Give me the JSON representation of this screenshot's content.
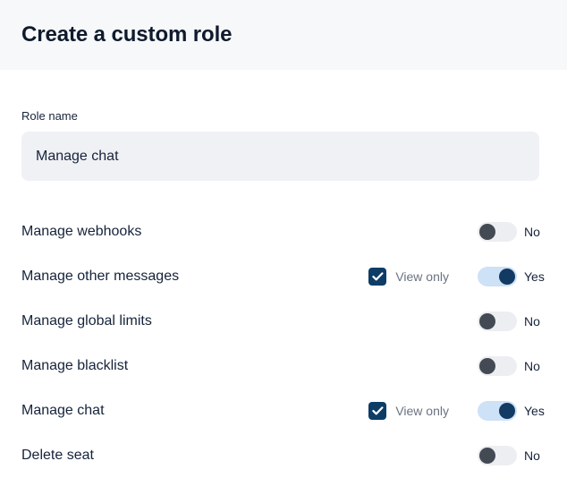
{
  "header": {
    "title": "Create a custom role",
    "background": "#f7f8fa"
  },
  "form": {
    "role_name": {
      "label": "Role name",
      "value": "Manage chat",
      "placeholder": "Role name"
    }
  },
  "labels": {
    "view_only": "View only",
    "yes": "Yes",
    "no": "No"
  },
  "colors": {
    "title": "#0f1b2d",
    "toggle_on_track": "#cde1f7",
    "toggle_on_knob": "#123a63",
    "toggle_off_track": "#eceef1",
    "toggle_off_knob": "#434a54",
    "checkbox": "#0d3c67",
    "input_background": "#eff1f4"
  },
  "permissions": [
    {
      "label": "Manage webhooks",
      "enabled": false,
      "state_label": "No",
      "has_view_only": false,
      "view_only_label": "View only",
      "view_only_checked": false
    },
    {
      "label": "Manage other messages",
      "enabled": true,
      "state_label": "Yes",
      "has_view_only": true,
      "view_only_label": "View only",
      "view_only_checked": true
    },
    {
      "label": "Manage global limits",
      "enabled": false,
      "state_label": "No",
      "has_view_only": false,
      "view_only_label": "View only",
      "view_only_checked": false
    },
    {
      "label": "Manage blacklist",
      "enabled": false,
      "state_label": "No",
      "has_view_only": false,
      "view_only_label": "View only",
      "view_only_checked": false
    },
    {
      "label": "Manage chat",
      "enabled": true,
      "state_label": "Yes",
      "has_view_only": true,
      "view_only_label": "View only",
      "view_only_checked": true
    },
    {
      "label": "Delete seat",
      "enabled": false,
      "state_label": "No",
      "has_view_only": false,
      "view_only_label": "View only",
      "view_only_checked": false
    }
  ]
}
